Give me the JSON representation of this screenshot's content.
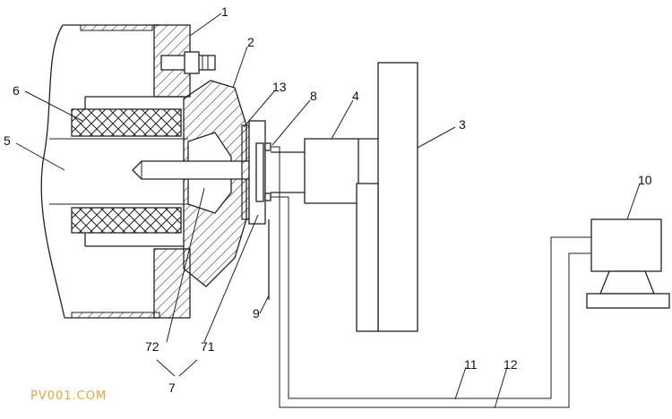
{
  "labels": {
    "l1": "1",
    "l2": "2",
    "l3": "3",
    "l4": "4",
    "l5": "5",
    "l6": "6",
    "l7": "7",
    "l8": "8",
    "l9": "9",
    "l10": "10",
    "l11": "11",
    "l12": "12",
    "l13": "13",
    "l71": "71",
    "l72": "72"
  },
  "watermark": "PV001.COM",
  "colors": {
    "line": "#222222",
    "watermark": "#e8a63a",
    "background": "#ffffff"
  }
}
